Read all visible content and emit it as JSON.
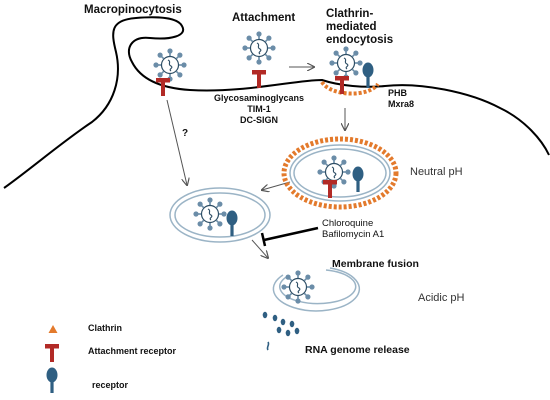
{
  "labels": {
    "macropinocytosis": "Macropinocytosis",
    "attachment": "Attachment",
    "clathrin_mediated": "Clathrin-\nmediated\nendocytosis",
    "attachment_factors": [
      "Glycosaminoglycans",
      "TIM-1",
      "DC-SIGN"
    ],
    "receptors": [
      "PHB",
      "Mxra8"
    ],
    "question": "?",
    "neutral_ph": "Neutral pH",
    "inhibitors": [
      "Chloroquine",
      "Bafilomycin A1"
    ],
    "membrane_fusion": "Membrane fusion",
    "acidic_ph": "Acidic pH",
    "rna_release": "RNA genome  release"
  },
  "legend": {
    "items": [
      {
        "label": "Clathrin",
        "icon": "clathrin-icon"
      },
      {
        "label": "Attachment receptor",
        "icon": "attachment-receptor-icon"
      },
      {
        "label": "receptor",
        "icon": "receptor-icon"
      }
    ]
  },
  "colors": {
    "membrane": "#000000",
    "vesicle": "#9bb4c6",
    "virus_spike": "#6b8da8",
    "virus_core": "#2f4f66",
    "clathrin": "#e37a2c",
    "attachment_receptor": "#b22a26",
    "receptor": "#2f5f82",
    "arrow": "#555555",
    "inhibition": "#000000"
  }
}
